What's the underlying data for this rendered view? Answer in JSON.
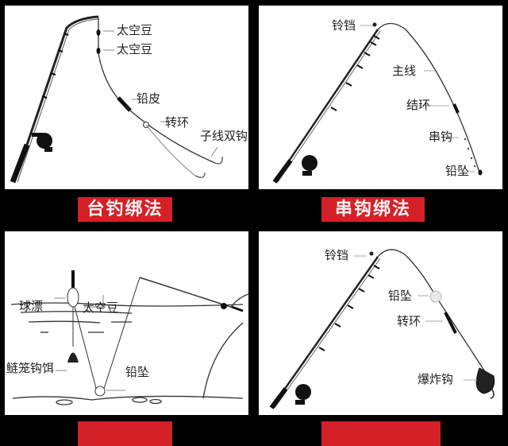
{
  "panels": [
    {
      "title": "台钓绑法",
      "labels": [
        "太空豆",
        "太空豆",
        "铅皮",
        "转环",
        "子线双钩"
      ]
    },
    {
      "title": "串钩绑法",
      "labels": [
        "铃铛",
        "主线",
        "结环",
        "串钩",
        "铅坠"
      ]
    },
    {
      "title": "",
      "labels": [
        "球漂",
        "太空豆",
        "鲢笼钩饵",
        "铅坠"
      ]
    },
    {
      "title": "",
      "labels": [
        "铃铛",
        "铅坠",
        "转环",
        "爆炸钩"
      ]
    }
  ],
  "colors": {
    "background": "#000000",
    "panel": "#ffffff",
    "title_bg": "#d42127",
    "title_text": "#f4f4f4"
  }
}
